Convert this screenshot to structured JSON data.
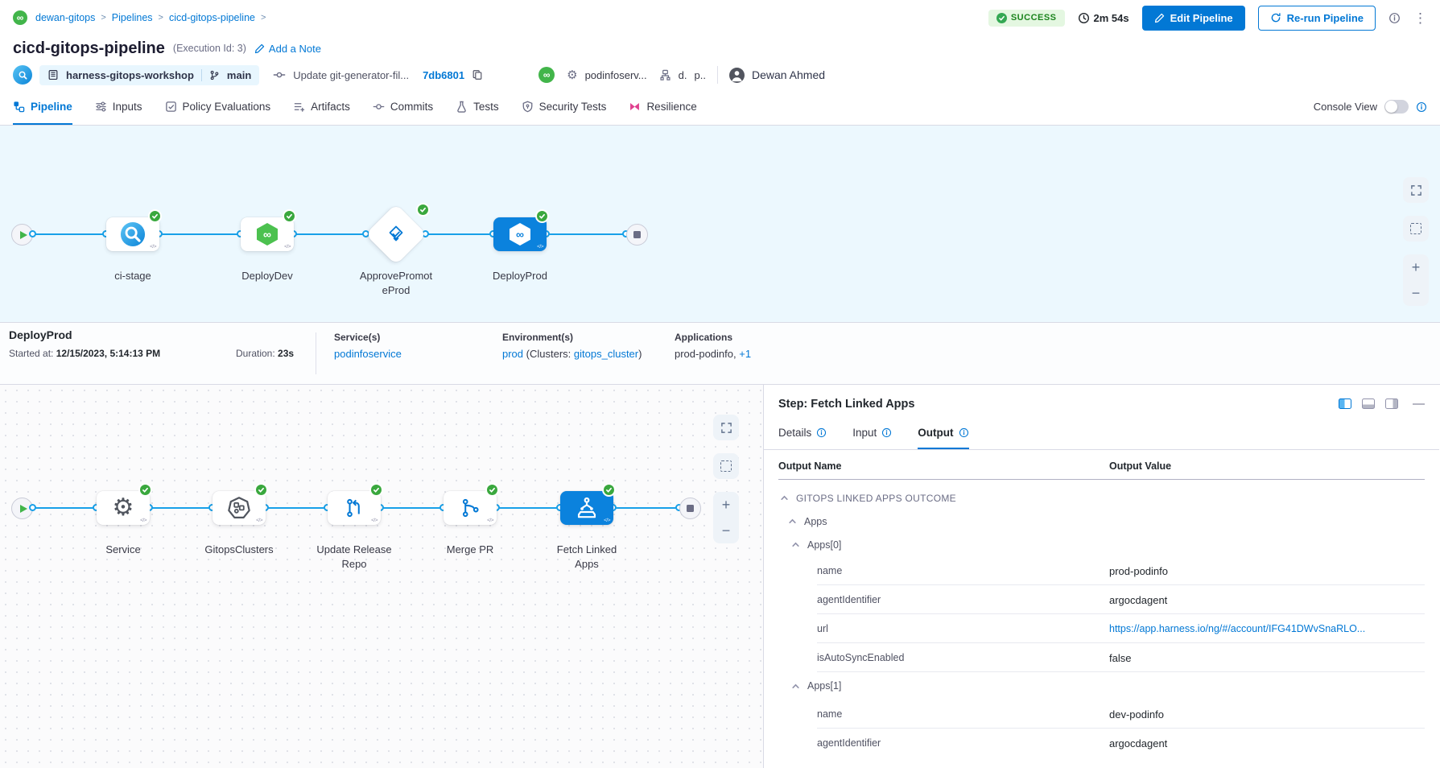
{
  "breadcrumb": {
    "sep": ">",
    "items": [
      "dewan-gitops",
      "Pipelines",
      "cicd-gitops-pipeline"
    ]
  },
  "header": {
    "status": "SUCCESS",
    "elapsed": "2m 54s",
    "edit_button": "Edit Pipeline",
    "rerun_button": "Re-run Pipeline",
    "title": "cicd-gitops-pipeline",
    "execution_id": "(Execution Id: 3)",
    "add_note": "Add a Note"
  },
  "meta": {
    "repo": "harness-gitops-workshop",
    "branch": "main",
    "commit_message": "Update git-generator-fil...",
    "commit_sha": "7db6801",
    "service_short": "podinfoserv...",
    "env_short_1": "d.",
    "env_short_2": "p..",
    "user": "Dewan Ahmed"
  },
  "tabs": {
    "items": [
      {
        "label": "Pipeline"
      },
      {
        "label": "Inputs"
      },
      {
        "label": "Policy Evaluations"
      },
      {
        "label": "Artifacts"
      },
      {
        "label": "Commits"
      },
      {
        "label": "Tests"
      },
      {
        "label": "Security Tests"
      },
      {
        "label": "Resilience"
      }
    ],
    "console_view": "Console View"
  },
  "stage_graph": {
    "nodes": [
      {
        "label": "ci-stage"
      },
      {
        "label": "DeployDev"
      },
      {
        "label": "ApprovePromoteProd"
      },
      {
        "label": "DeployProd"
      }
    ]
  },
  "summary": {
    "name": "DeployProd",
    "started_label": "Started at:",
    "started_value": "12/15/2023, 5:14:13 PM",
    "duration_label": "Duration:",
    "duration_value": "23s",
    "service_label": "Service(s)",
    "service_value": "podinfoservice",
    "env_label": "Environment(s)",
    "env_value": "prod",
    "env_mid": "(Clusters:",
    "env_cluster": "gitops_cluster",
    "env_close": ")",
    "apps_label": "Applications",
    "apps_value": "prod-podinfo,",
    "apps_extra": "+1"
  },
  "step_graph": {
    "nodes": [
      {
        "label": "Service"
      },
      {
        "label": "GitopsClusters"
      },
      {
        "label": "Update Release Repo"
      },
      {
        "label": "Merge PR"
      },
      {
        "label": "Fetch Linked Apps"
      }
    ]
  },
  "panel": {
    "title": "Step: Fetch Linked Apps",
    "tabs": [
      {
        "label": "Details"
      },
      {
        "label": "Input"
      },
      {
        "label": "Output"
      }
    ],
    "columns": {
      "name": "Output Name",
      "value": "Output Value"
    },
    "rows": [
      {
        "name": "GITOPS LINKED APPS OUTCOME",
        "value": ""
      },
      {
        "name": "Apps",
        "value": ""
      },
      {
        "name": "Apps[0]",
        "value": ""
      },
      {
        "name": "name",
        "value": "prod-podinfo"
      },
      {
        "name": "agentIdentifier",
        "value": "argocdagent"
      },
      {
        "name": "url",
        "value": "https://app.harness.io/ng/#/account/IFG41DWvSnaRLO..."
      },
      {
        "name": "isAutoSyncEnabled",
        "value": "false"
      },
      {
        "name": "Apps[1]",
        "value": ""
      },
      {
        "name": "name",
        "value": "dev-podinfo"
      },
      {
        "name": "agentIdentifier",
        "value": "argocdagent"
      }
    ]
  },
  "icons": {
    "infinity": "∞",
    "gear": "⚙",
    "kebab": "⋮",
    "plus": "+",
    "minus": "−",
    "code": "</>",
    "dash": "—"
  },
  "colors": {
    "primary": "#0278d5",
    "success": "#3aa83e",
    "selected_node": "#0b82dd",
    "resilience_pink": "#e0418f"
  }
}
